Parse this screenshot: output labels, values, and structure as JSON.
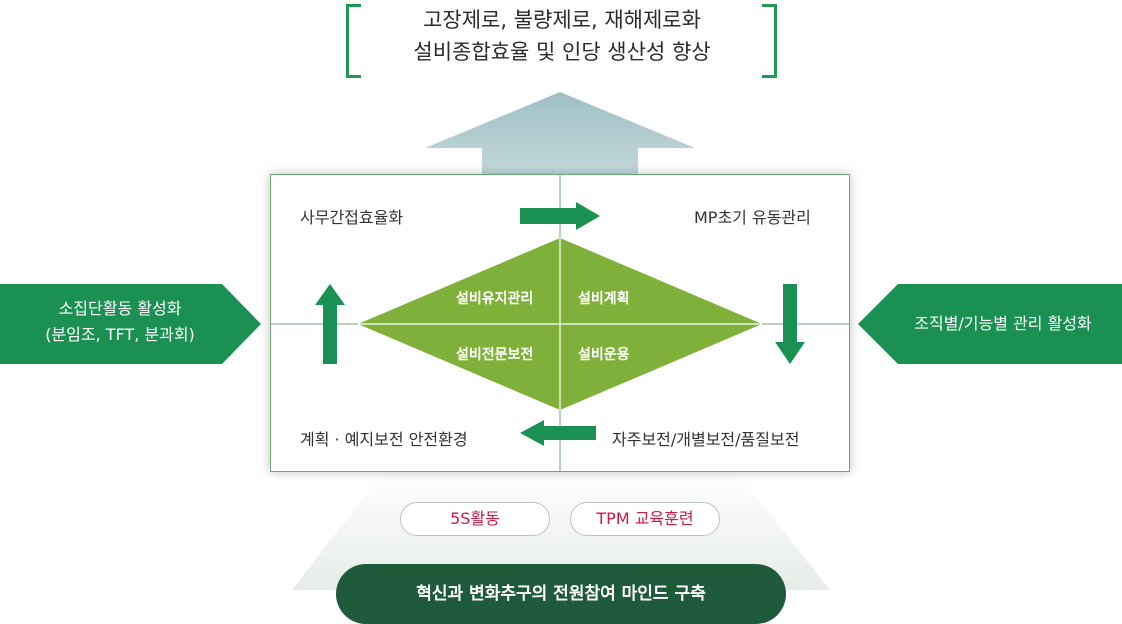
{
  "goal": {
    "line1": "고장제로, 불량제로, 재해제로화",
    "line2": "설비종합효율 및 인당 생산성 향상"
  },
  "corners": {
    "top_left": "사무간접효율화",
    "top_right": "MP초기 유동관리",
    "bottom_left": "계획 · 예지보전 안전환경",
    "bottom_right": "자주보전/개별보전/품질보전"
  },
  "diamond": {
    "top_left": "설비유지관리",
    "top_right": "설비계획",
    "bottom_left": "설비전문보전",
    "bottom_right": "설비운용"
  },
  "left_side": {
    "line1": "소집단활동 활성화",
    "line2": "(분임조, TFT, 분과회)"
  },
  "right_side": {
    "label": "조직별/기능별 관리 활성화"
  },
  "pills": [
    {
      "label": "5S활동"
    },
    {
      "label": "TPM 교육훈련"
    }
  ],
  "foundation": {
    "label": "혁신과 변화추구의 전원참여 마인드 구축"
  },
  "colors": {
    "green_dark": "#1a9152",
    "diamond": "#7fb13a",
    "panel_border": "#6aa878",
    "foundation": "#1f5a3a",
    "pill_text": "#d0184a"
  }
}
